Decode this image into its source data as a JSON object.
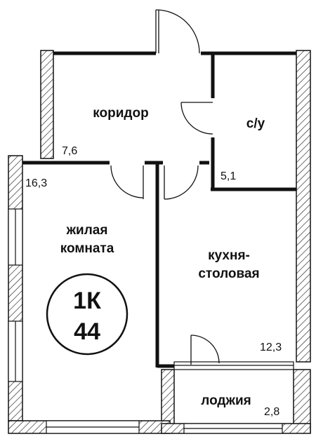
{
  "rooms": {
    "corridor": {
      "name": "коридор",
      "area": "7,6"
    },
    "bathroom": {
      "name": "с/у",
      "area": "5,1"
    },
    "living": {
      "name_line1": "жилая",
      "name_line2": "комната",
      "area": "16,3"
    },
    "kitchen": {
      "name_line1": "кухня-",
      "name_line2": "столовая",
      "area": "12,3"
    },
    "loggia": {
      "name": "лоджия",
      "area": "2,8"
    }
  },
  "badge": {
    "type": "1К",
    "total_area": "44"
  }
}
